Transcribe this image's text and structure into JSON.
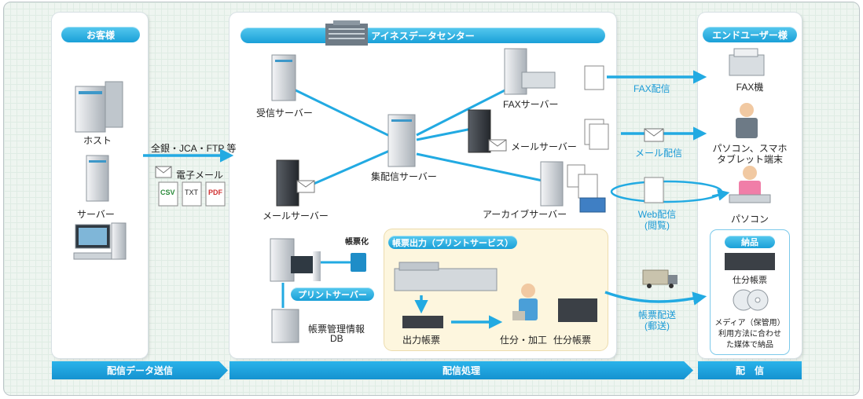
{
  "customer": {
    "title": "お客様",
    "host": "ホスト",
    "server": "サーバー"
  },
  "transfer": {
    "protocols": "全銀・JCA・FTP 等",
    "email": "電子メール",
    "files": [
      "CSV",
      "TXT",
      "PDF"
    ]
  },
  "datacenter": {
    "title": "アイネスデータセンター"
  },
  "servers": {
    "receive": "受信サーバー",
    "mail_left": "メールサーバー",
    "hub": "集配信サーバー",
    "fax": "FAXサーバー",
    "mail_right": "メールサーバー",
    "archive": "アーカイブサーバー",
    "print": "プリントサーバー",
    "db_line1": "帳票管理情報",
    "db_line2": "DB",
    "form_conv": "帳票化"
  },
  "print_service": {
    "title": "帳票出力（プリントサービス）",
    "output": "出力帳票",
    "sort": "仕分・加工",
    "sorted": "仕分帳票"
  },
  "delivery": {
    "fax": "FAX配信",
    "mail": "メール配信",
    "web_line1": "Web配信",
    "web_line2": "(閲覧)",
    "ship_line1": "帳票配送",
    "ship_line2": "(郵送)"
  },
  "enduser": {
    "title": "エンドユーザー様",
    "fax_machine": "FAX機",
    "pc_smart_line1": "パソコン、スマホ",
    "pc_smart_line2": "タブレット端末",
    "pc": "パソコン",
    "goods": "納品",
    "sorted_forms": "仕分帳票",
    "media_line1": "メディア（保管用）",
    "media_line2": "利用方法に合わせ",
    "media_line3": "た媒体で納品"
  },
  "bottom": {
    "send": "配信データ送信",
    "process": "配信処理",
    "deliver": "配　信"
  },
  "colors": {
    "accent": "#1aa0d8",
    "line": "#22aae2"
  }
}
